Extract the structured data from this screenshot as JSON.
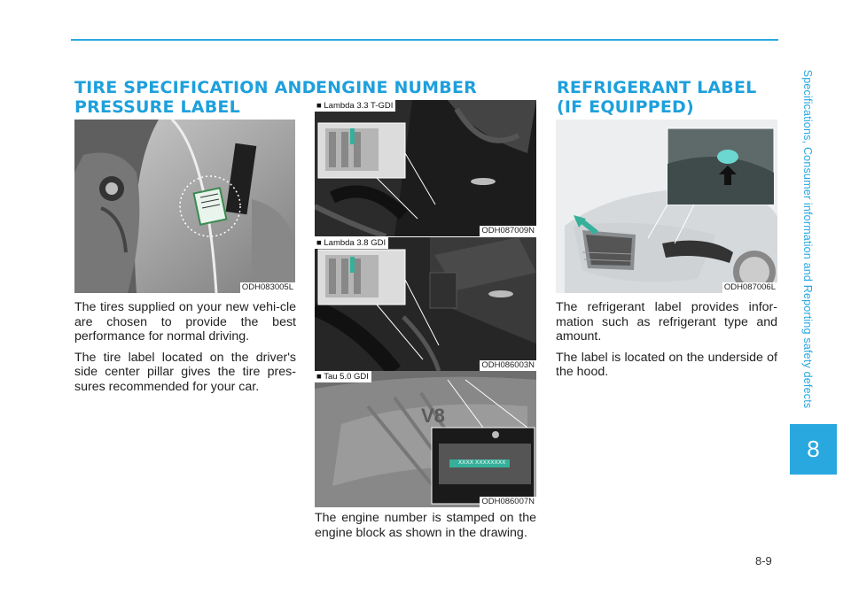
{
  "sidebar": {
    "text": "Specifications, Consumer information and Reporting safety defects",
    "chapter": "8"
  },
  "page_number": "8-9",
  "columns": [
    {
      "heading_line1": "TIRE SPECIFICATION AND",
      "heading_line2": "PRESSURE LABEL",
      "image_code": "ODH083005L",
      "paragraphs": [
        "The tires supplied on your new vehi-cle are chosen to provide the best performance for normal driving.",
        "The tire label located on the driver's side center pillar gives the tire pres-sures recommended for your car."
      ]
    },
    {
      "heading_line1": "ENGINE NUMBER",
      "images": [
        {
          "label": "■ Lambda 3.3 T-GDI",
          "code": "ODH087009N"
        },
        {
          "label": "■ Lambda 3.8 GDI",
          "code": "ODH086003N"
        },
        {
          "label": "■ Tau 5.0 GDI",
          "code": "ODH086007N",
          "stamp": "XXXX XXXXXXXX"
        }
      ],
      "paragraphs": [
        "The engine number is stamped on the engine block as shown in the drawing."
      ]
    },
    {
      "heading_line1": "REFRIGERANT LABEL",
      "heading_line2": "(IF EQUIPPED)",
      "image_code": "ODH087006L",
      "paragraphs": [
        "The refrigerant label provides infor-mation such as refrigerant type and amount.",
        "The label is located on the underside of the hood."
      ]
    }
  ],
  "colors": {
    "accent": "#29a8e0",
    "heading": "#1ea0dc"
  }
}
